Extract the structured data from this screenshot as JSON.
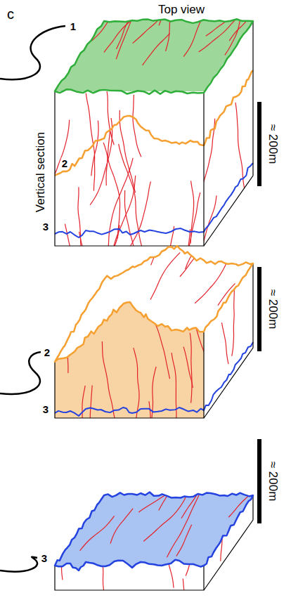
{
  "diagram": {
    "labels": [
      "c",
      "Top view",
      "1",
      "Vertical section",
      "2",
      "3",
      "≈ 200m",
      "2",
      "3",
      "≈ 200m",
      "3",
      "≈ 200m"
    ]
  }
}
